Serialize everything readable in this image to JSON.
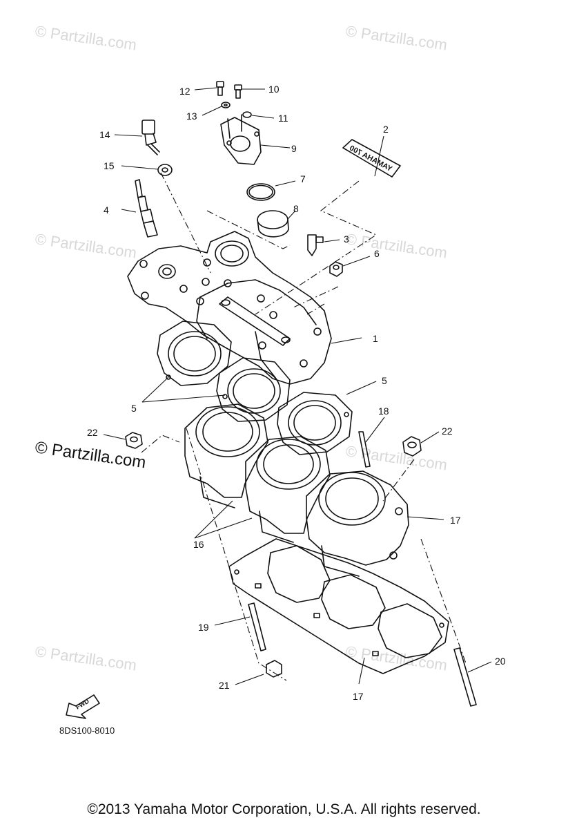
{
  "watermark": {
    "text": "© Partzilla.com",
    "primary_text": "© Partzilla.com"
  },
  "callouts": [
    {
      "id": "c1",
      "label": "1"
    },
    {
      "id": "c2",
      "label": "2"
    },
    {
      "id": "c3",
      "label": "3"
    },
    {
      "id": "c4",
      "label": "4"
    },
    {
      "id": "c5a",
      "label": "5"
    },
    {
      "id": "c5b",
      "label": "5"
    },
    {
      "id": "c6",
      "label": "6"
    },
    {
      "id": "c7",
      "label": "7"
    },
    {
      "id": "c8",
      "label": "8"
    },
    {
      "id": "c9",
      "label": "9"
    },
    {
      "id": "c10",
      "label": "10"
    },
    {
      "id": "c11",
      "label": "11"
    },
    {
      "id": "c12",
      "label": "12"
    },
    {
      "id": "c13",
      "label": "13"
    },
    {
      "id": "c14",
      "label": "14"
    },
    {
      "id": "c15",
      "label": "15"
    },
    {
      "id": "c16",
      "label": "16"
    },
    {
      "id": "c17a",
      "label": "17"
    },
    {
      "id": "c17b",
      "label": "17"
    },
    {
      "id": "c18",
      "label": "18"
    },
    {
      "id": "c19",
      "label": "19"
    },
    {
      "id": "c20",
      "label": "20"
    },
    {
      "id": "c21",
      "label": "21"
    },
    {
      "id": "c22a",
      "label": "22"
    },
    {
      "id": "c22b",
      "label": "22"
    }
  ],
  "fwd_label": "FWD",
  "emblem_text": "YAMAHA 700",
  "diagram_code": "8DS100-8010",
  "copyright": "©2013  Yamaha Motor Corporation, U.S.A. All rights reserved."
}
